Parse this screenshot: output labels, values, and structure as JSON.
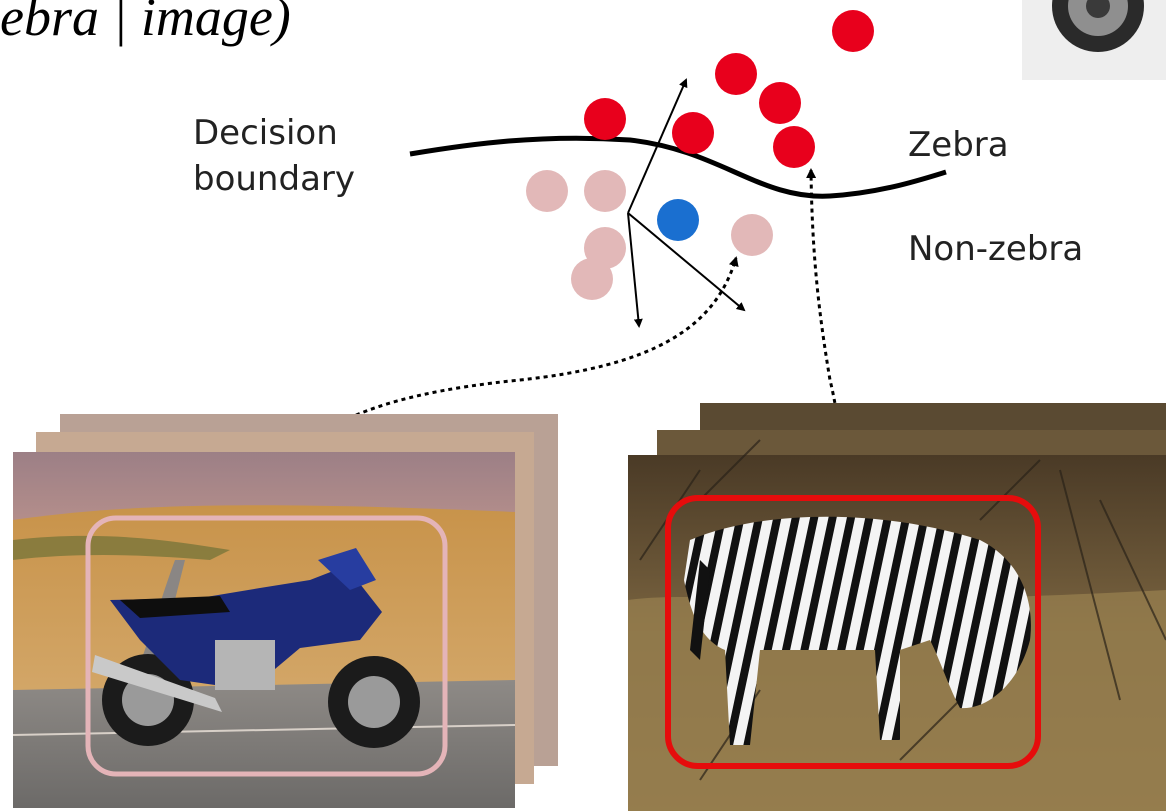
{
  "title_fragment": "ebra | image)",
  "labels": {
    "decision_boundary_line1": "Decision",
    "decision_boundary_line2": "boundary",
    "zebra": "Zebra",
    "non_zebra": "Non-zebra"
  },
  "colors": {
    "zebra_point": "#e8001c",
    "non_zebra_point": "#e2b8b8",
    "query_point": "#1a6fd0",
    "motorbike_box": "#e4b4b8",
    "zebra_box": "#e60c0c",
    "boundary_line": "#000000"
  },
  "icons": {
    "motorbike_photo": "motorbike-photo",
    "zebra_photo": "zebra-photo",
    "corner_photo": "motorbike-wheel-photo"
  }
}
